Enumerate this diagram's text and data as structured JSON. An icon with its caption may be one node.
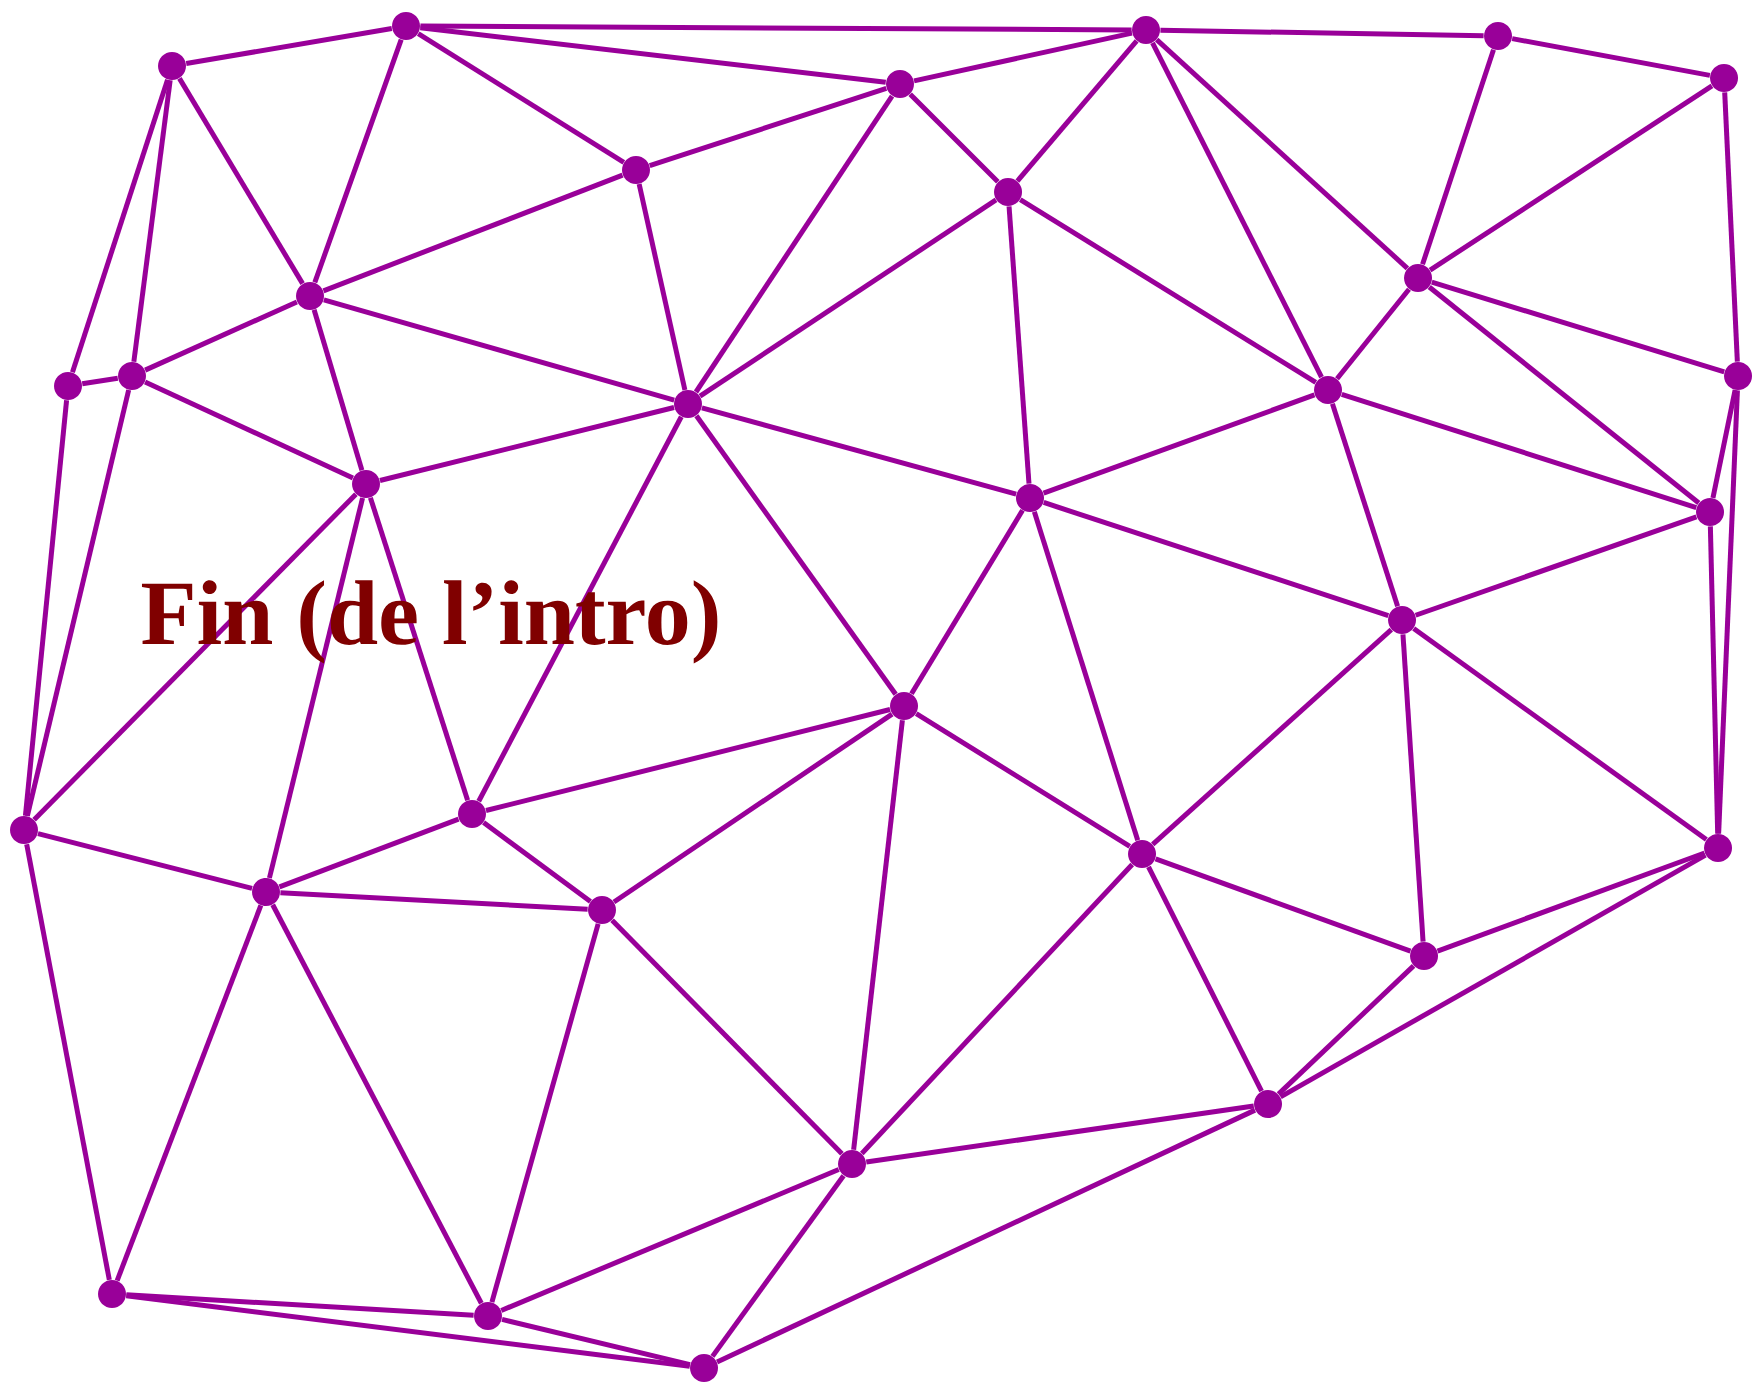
{
  "diagram": {
    "nodes": [
      {
        "text": [],
        "shape": "circle"
      },
      {
        "text": [],
        "shape": "circle"
      },
      {
        "text": [],
        "shape": "circle"
      },
      {
        "text": [],
        "shape": "circle"
      },
      {
        "text": [],
        "shape": "circle"
      },
      {
        "text": [],
        "shape": "circle"
      },
      {
        "text": [],
        "shape": "circle"
      },
      {
        "text": [],
        "shape": "circle"
      },
      {
        "text": [],
        "shape": "circle"
      },
      {
        "text": [],
        "shape": "circle"
      },
      {
        "text": [],
        "shape": "circle"
      },
      {
        "text": [],
        "shape": "circle"
      },
      {
        "text": [],
        "shape": "circle"
      },
      {
        "text": [],
        "shape": "circle"
      },
      {
        "text": [],
        "shape": "circle"
      },
      {
        "text": [],
        "shape": "circle"
      },
      {
        "text": [],
        "shape": "circle"
      },
      {
        "text": [],
        "shape": "circle"
      },
      {
        "text": [],
        "shape": "circle"
      },
      {
        "text": [],
        "shape": "circle"
      },
      {
        "text": [],
        "shape": "circle"
      },
      {
        "text": [],
        "shape": "circle"
      },
      {
        "text": [],
        "shape": "circle"
      },
      {
        "text": [],
        "shape": "circle"
      },
      {
        "text": [],
        "shape": "circle"
      },
      {
        "text": [],
        "shape": "circle"
      },
      {
        "text": [],
        "shape": "circle"
      },
      {
        "text": [],
        "shape": "circle"
      },
      {
        "text": [],
        "shape": "circle"
      },
      {
        "text": [],
        "shape": "circle"
      },
      {
        "text": [],
        "shape": "circle"
      },
      {
        "text": [],
        "shape": "circle"
      }
    ],
    "edges": [
      {
        "from": 0,
        "to": 1,
        "arrow": "none"
      },
      {
        "from": 0,
        "to": 8,
        "arrow": "none"
      },
      {
        "from": 0,
        "to": 10,
        "arrow": "none"
      },
      {
        "from": 0,
        "to": 11,
        "arrow": "none"
      },
      {
        "from": 1,
        "to": 2,
        "arrow": "none"
      },
      {
        "from": 1,
        "to": 5,
        "arrow": "none"
      },
      {
        "from": 1,
        "to": 6,
        "arrow": "none"
      },
      {
        "from": 1,
        "to": 8,
        "arrow": "none"
      },
      {
        "from": 2,
        "to": 3,
        "arrow": "none"
      },
      {
        "from": 2,
        "to": 5,
        "arrow": "none"
      },
      {
        "from": 2,
        "to": 7,
        "arrow": "none"
      },
      {
        "from": 2,
        "to": 9,
        "arrow": "none"
      },
      {
        "from": 2,
        "to": 13,
        "arrow": "none"
      },
      {
        "from": 3,
        "to": 4,
        "arrow": "none"
      },
      {
        "from": 3,
        "to": 9,
        "arrow": "none"
      },
      {
        "from": 4,
        "to": 9,
        "arrow": "none"
      },
      {
        "from": 4,
        "to": 14,
        "arrow": "none"
      },
      {
        "from": 5,
        "to": 6,
        "arrow": "none"
      },
      {
        "from": 5,
        "to": 7,
        "arrow": "none"
      },
      {
        "from": 5,
        "to": 12,
        "arrow": "none"
      },
      {
        "from": 6,
        "to": 8,
        "arrow": "none"
      },
      {
        "from": 6,
        "to": 12,
        "arrow": "none"
      },
      {
        "from": 7,
        "to": 12,
        "arrow": "none"
      },
      {
        "from": 7,
        "to": 13,
        "arrow": "none"
      },
      {
        "from": 7,
        "to": 16,
        "arrow": "none"
      },
      {
        "from": 8,
        "to": 11,
        "arrow": "none"
      },
      {
        "from": 8,
        "to": 12,
        "arrow": "none"
      },
      {
        "from": 8,
        "to": 15,
        "arrow": "none"
      },
      {
        "from": 9,
        "to": 13,
        "arrow": "none"
      },
      {
        "from": 9,
        "to": 14,
        "arrow": "none"
      },
      {
        "from": 9,
        "to": 17,
        "arrow": "none"
      },
      {
        "from": 10,
        "to": 11,
        "arrow": "none"
      },
      {
        "from": 10,
        "to": 20,
        "arrow": "none"
      },
      {
        "from": 11,
        "to": 15,
        "arrow": "none"
      },
      {
        "from": 11,
        "to": 20,
        "arrow": "none"
      },
      {
        "from": 12,
        "to": 15,
        "arrow": "none"
      },
      {
        "from": 12,
        "to": 16,
        "arrow": "none"
      },
      {
        "from": 12,
        "to": 19,
        "arrow": "none"
      },
      {
        "from": 12,
        "to": 21,
        "arrow": "none"
      },
      {
        "from": 13,
        "to": 16,
        "arrow": "none"
      },
      {
        "from": 13,
        "to": 17,
        "arrow": "none"
      },
      {
        "from": 13,
        "to": 18,
        "arrow": "none"
      },
      {
        "from": 14,
        "to": 17,
        "arrow": "none"
      },
      {
        "from": 14,
        "to": 23,
        "arrow": "none"
      },
      {
        "from": 15,
        "to": 20,
        "arrow": "none"
      },
      {
        "from": 15,
        "to": 21,
        "arrow": "none"
      },
      {
        "from": 15,
        "to": 24,
        "arrow": "none"
      },
      {
        "from": 16,
        "to": 18,
        "arrow": "none"
      },
      {
        "from": 16,
        "to": 19,
        "arrow": "none"
      },
      {
        "from": 16,
        "to": 22,
        "arrow": "none"
      },
      {
        "from": 17,
        "to": 18,
        "arrow": "none"
      },
      {
        "from": 17,
        "to": 23,
        "arrow": "none"
      },
      {
        "from": 18,
        "to": 22,
        "arrow": "none"
      },
      {
        "from": 18,
        "to": 23,
        "arrow": "none"
      },
      {
        "from": 18,
        "to": 26,
        "arrow": "none"
      },
      {
        "from": 19,
        "to": 21,
        "arrow": "none"
      },
      {
        "from": 19,
        "to": 22,
        "arrow": "none"
      },
      {
        "from": 19,
        "to": 25,
        "arrow": "none"
      },
      {
        "from": 19,
        "to": 28,
        "arrow": "none"
      },
      {
        "from": 20,
        "to": 24,
        "arrow": "none"
      },
      {
        "from": 20,
        "to": 29,
        "arrow": "none"
      },
      {
        "from": 21,
        "to": 24,
        "arrow": "none"
      },
      {
        "from": 21,
        "to": 25,
        "arrow": "none"
      },
      {
        "from": 22,
        "to": 26,
        "arrow": "none"
      },
      {
        "from": 22,
        "to": 27,
        "arrow": "none"
      },
      {
        "from": 22,
        "to": 28,
        "arrow": "none"
      },
      {
        "from": 23,
        "to": 26,
        "arrow": "none"
      },
      {
        "from": 23,
        "to": 27,
        "arrow": "none"
      },
      {
        "from": 24,
        "to": 25,
        "arrow": "none"
      },
      {
        "from": 24,
        "to": 29,
        "arrow": "none"
      },
      {
        "from": 24,
        "to": 30,
        "arrow": "none"
      },
      {
        "from": 25,
        "to": 28,
        "arrow": "none"
      },
      {
        "from": 25,
        "to": 30,
        "arrow": "none"
      },
      {
        "from": 26,
        "to": 27,
        "arrow": "none"
      },
      {
        "from": 27,
        "to": 28,
        "arrow": "none"
      },
      {
        "from": 27,
        "to": 31,
        "arrow": "none"
      },
      {
        "from": 28,
        "to": 30,
        "arrow": "none"
      },
      {
        "from": 28,
        "to": 31,
        "arrow": "none"
      },
      {
        "from": 29,
        "to": 30,
        "arrow": "none"
      },
      {
        "from": 29,
        "to": 31,
        "arrow": "none"
      },
      {
        "from": 30,
        "to": 31,
        "arrow": "none"
      }
    ],
    "labels": [
      "Fin (de l’intro)"
    ]
  }
}
